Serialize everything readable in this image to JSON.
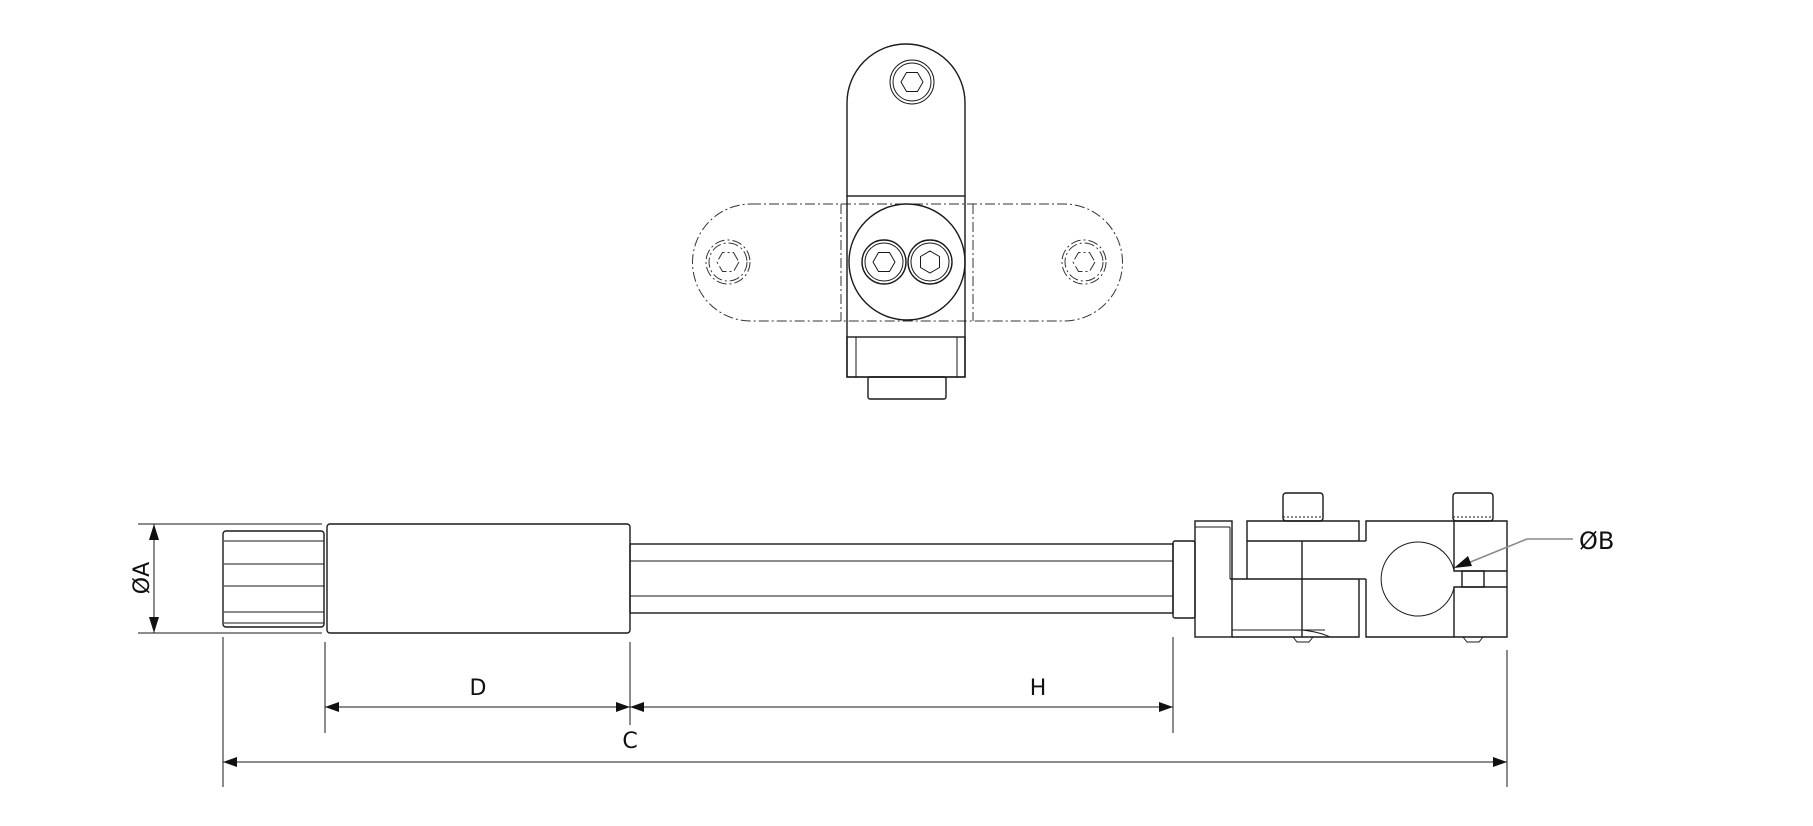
{
  "dimensions": {
    "diameter_a": "ØA",
    "diameter_b": "ØB",
    "length_c": "C",
    "length_d": "D",
    "length_h": "H"
  },
  "colors": {
    "line": "#1a1a1a",
    "leader": "#888888",
    "background": "#ffffff"
  }
}
